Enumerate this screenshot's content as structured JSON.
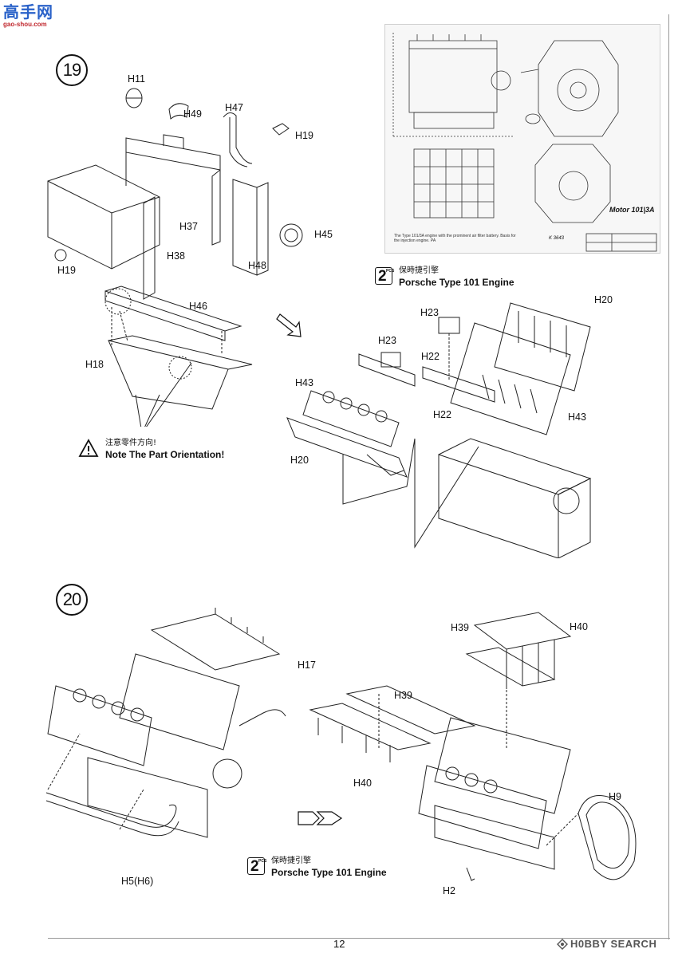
{
  "header": {
    "logo_chars": "高手网",
    "logo_url": "gao-shou.com"
  },
  "step19": {
    "number": "19",
    "labels": {
      "h11": "H11",
      "h49": "H49",
      "h47": "H47",
      "h19a": "H19",
      "h37": "H37",
      "h45": "H45",
      "h48": "H48",
      "h38": "H38",
      "h19b": "H19",
      "h46": "H46",
      "h18": "H18"
    },
    "note": {
      "cn": "注意零件方向!",
      "en": "Note The Part Orientation!"
    }
  },
  "reference": {
    "caption": "The Type 101/3A engine with the prominent air filter battery. Basis for the injection engine. PA",
    "motor_label": "Motor 101|3A",
    "drawing_no": "K 3643",
    "pcs_count": "2",
    "pcs_unit": "PCS",
    "pcs_cn": "保時捷引擎",
    "pcs_en": "Porsche Type 101 Engine"
  },
  "step19b": {
    "labels": {
      "h23a": "H23",
      "h20a": "H20",
      "h23b": "H23",
      "h22a": "H22",
      "h43a": "H43",
      "h22b": "H22",
      "h43b": "H43",
      "h20b": "H20"
    }
  },
  "step20": {
    "number": "20",
    "labels": {
      "h17": "H17",
      "h39a": "H39",
      "h40a": "H40",
      "h39b": "H39",
      "h40b": "H40",
      "h9": "H9",
      "h5": "H5(H6)",
      "h2": "H2"
    },
    "pcs_count": "2",
    "pcs_unit": "PCS",
    "pcs_cn": "保時捷引擎",
    "pcs_en": "Porsche Type 101 Engine"
  },
  "footer": {
    "page_number": "12",
    "watermark": "H0BBY SEARCH"
  }
}
